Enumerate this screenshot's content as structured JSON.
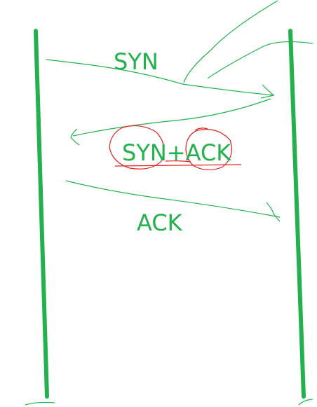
{
  "messages": [
    {
      "label": "SYN"
    },
    {
      "label": "SYN+ACK"
    },
    {
      "label": "ACK"
    }
  ],
  "colors": {
    "lifeline": "#22b14c",
    "text": "#22b14c",
    "stroke": "#22b14c",
    "annotation": "#e02020"
  }
}
